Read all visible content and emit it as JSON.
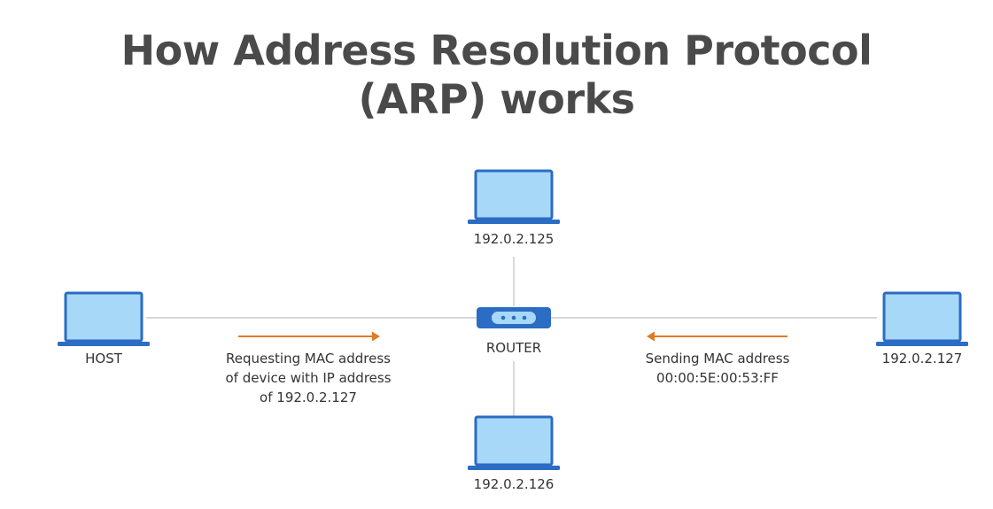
{
  "title": {
    "line1": "How Address Resolution Protocol",
    "line2": "(ARP) works"
  },
  "nodes": {
    "top": {
      "ip": "192.0.2.125"
    },
    "bottom": {
      "ip": "192.0.2.126"
    },
    "host": {
      "label": "HOST"
    },
    "right": {
      "ip": "192.0.2.127"
    },
    "router": {
      "label": "ROUTER"
    }
  },
  "messages": {
    "request": {
      "line1": "Requesting MAC address",
      "line2": "of device with IP address",
      "line3": "of 192.0.2.127"
    },
    "reply": {
      "line1": "Sending MAC address",
      "line2": "00:00:5E:00:53:FF"
    }
  },
  "colors": {
    "screen_fill": "#a8d8f8",
    "device_blue": "#2b6cc4",
    "arrow_orange": "#e07b24",
    "line_gray": "#cccccc",
    "title_gray": "#4a4a4a"
  },
  "icons": [
    "laptop-icon",
    "router-icon",
    "arrow-right-icon",
    "arrow-left-icon"
  ]
}
